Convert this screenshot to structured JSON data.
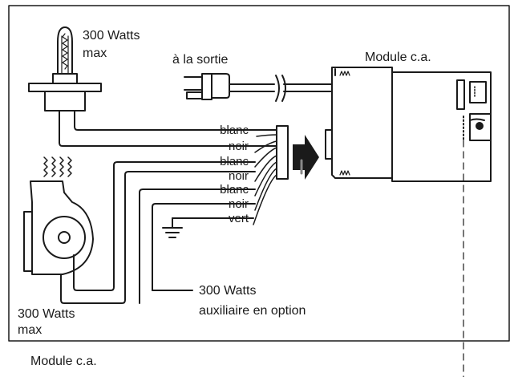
{
  "labels": {
    "lamp_watts": "300 Watts",
    "lamp_max": "max",
    "outlet": "à la sortie",
    "module_title": "Module c.a.",
    "fan_watts": "300 Watts",
    "fan_max": "max",
    "aux_watts": "300 Watts",
    "aux_option": "auxiliaire en option",
    "caption": "Module c.a."
  },
  "wires": [
    "blanc",
    "noir",
    "blanc",
    "noir",
    "blanc",
    "noir",
    "vert"
  ],
  "icons": [
    "heat-lamp-icon",
    "power-plug-icon",
    "fan-blower-icon",
    "heat-waves-icon",
    "ground-symbol-icon",
    "insertion-arrow-icon",
    "ac-module-icon"
  ]
}
